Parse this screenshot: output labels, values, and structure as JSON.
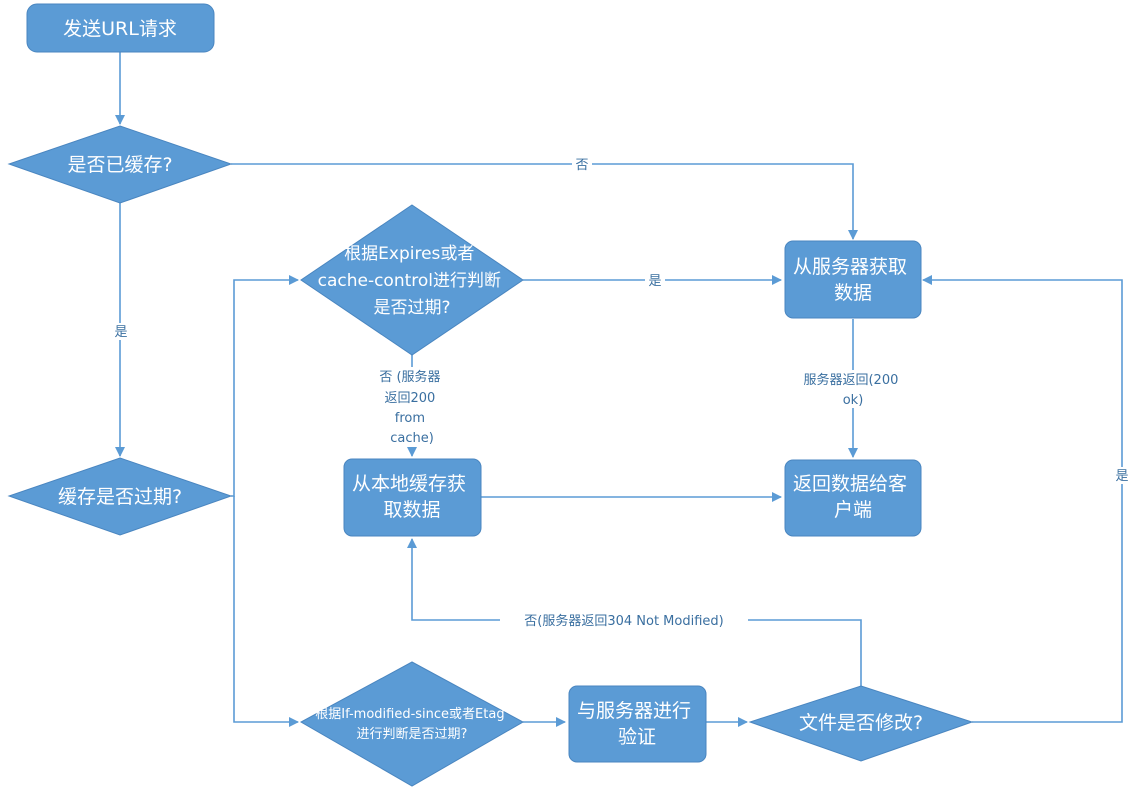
{
  "nodes": {
    "send_request": "发送URL请求",
    "is_cached": "是否已缓存?",
    "cache_expired": "缓存是否过期?",
    "check_expires": [
      "根据Expires或者",
      "cache-control进行判断",
      "是否过期?"
    ],
    "fetch_server": [
      "从服务器获取",
      "数据"
    ],
    "local_cache": [
      "从本地缓存获",
      "取数据"
    ],
    "return_client": [
      "返回数据给客",
      "户端"
    ],
    "check_modified": [
      "根据If-modified-since或者Etag",
      "进行判断是否过期?"
    ],
    "validate_server": [
      "与服务器进行",
      "验证"
    ],
    "file_modified": "文件是否修改?"
  },
  "edges": {
    "no": "否",
    "yes": "是",
    "no_200_from_cache": [
      "否 (服务器",
      "返回200",
      "from",
      "cache)"
    ],
    "server_200_ok": [
      "服务器返回(200",
      "ok)"
    ],
    "no_304": "否(服务器返回304 Not Modified)"
  }
}
